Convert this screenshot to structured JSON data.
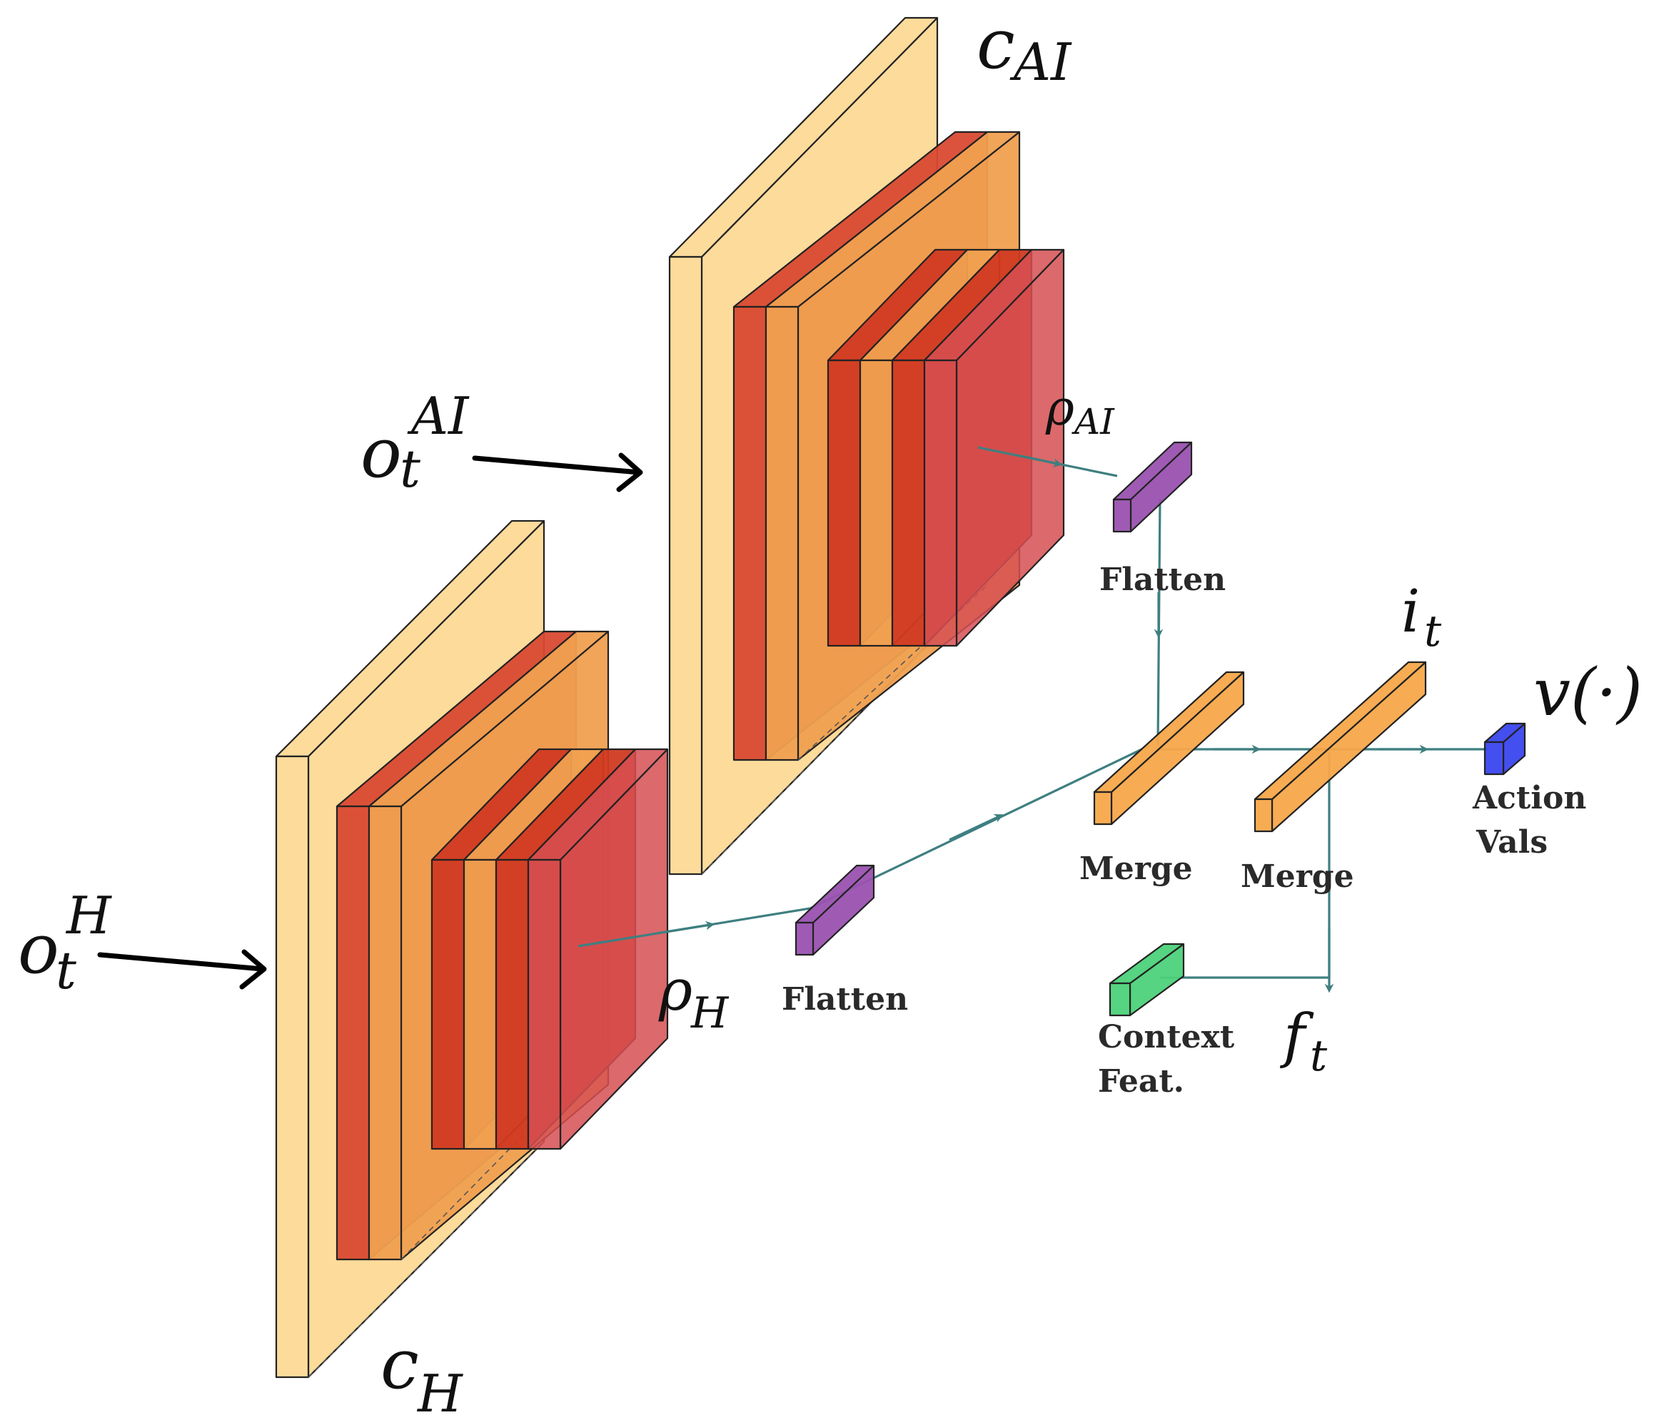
{
  "colors": {
    "light_slab": "#fdd996",
    "mid_slab": "#f0a050",
    "red_slab": "#d94a32",
    "dark_red": "#d13a22",
    "crimson": "#d64f52",
    "flatten": "#9a52b0",
    "merge": "#f7a84a",
    "context": "#4dd27a",
    "action": "#3a46ee",
    "connector": "#3f7f80"
  },
  "labels": {
    "c_ai": {
      "base": "c",
      "sub": "AI"
    },
    "c_h": {
      "base": "c",
      "sub": "H"
    },
    "o_ai": {
      "base": "o",
      "sup": "AI",
      "sub": "t"
    },
    "o_h": {
      "base": "o",
      "sup": "H",
      "sub": "t"
    },
    "rho_ai": {
      "base": "ρ",
      "sub": "AI"
    },
    "rho_h": {
      "base": "ρ",
      "sub": "H"
    },
    "i_t": {
      "base": "i",
      "sub": "t"
    },
    "f_t": {
      "base": "f",
      "sub": "t"
    },
    "v": "v(·)"
  },
  "nodes": {
    "flatten_ai": "Flatten",
    "flatten_h": "Flatten",
    "merge_1": "Merge",
    "merge_2": "Merge",
    "context_line1": "Context",
    "context_line2": "Feat.",
    "action_line1": "Action",
    "action_line2": "Vals"
  }
}
